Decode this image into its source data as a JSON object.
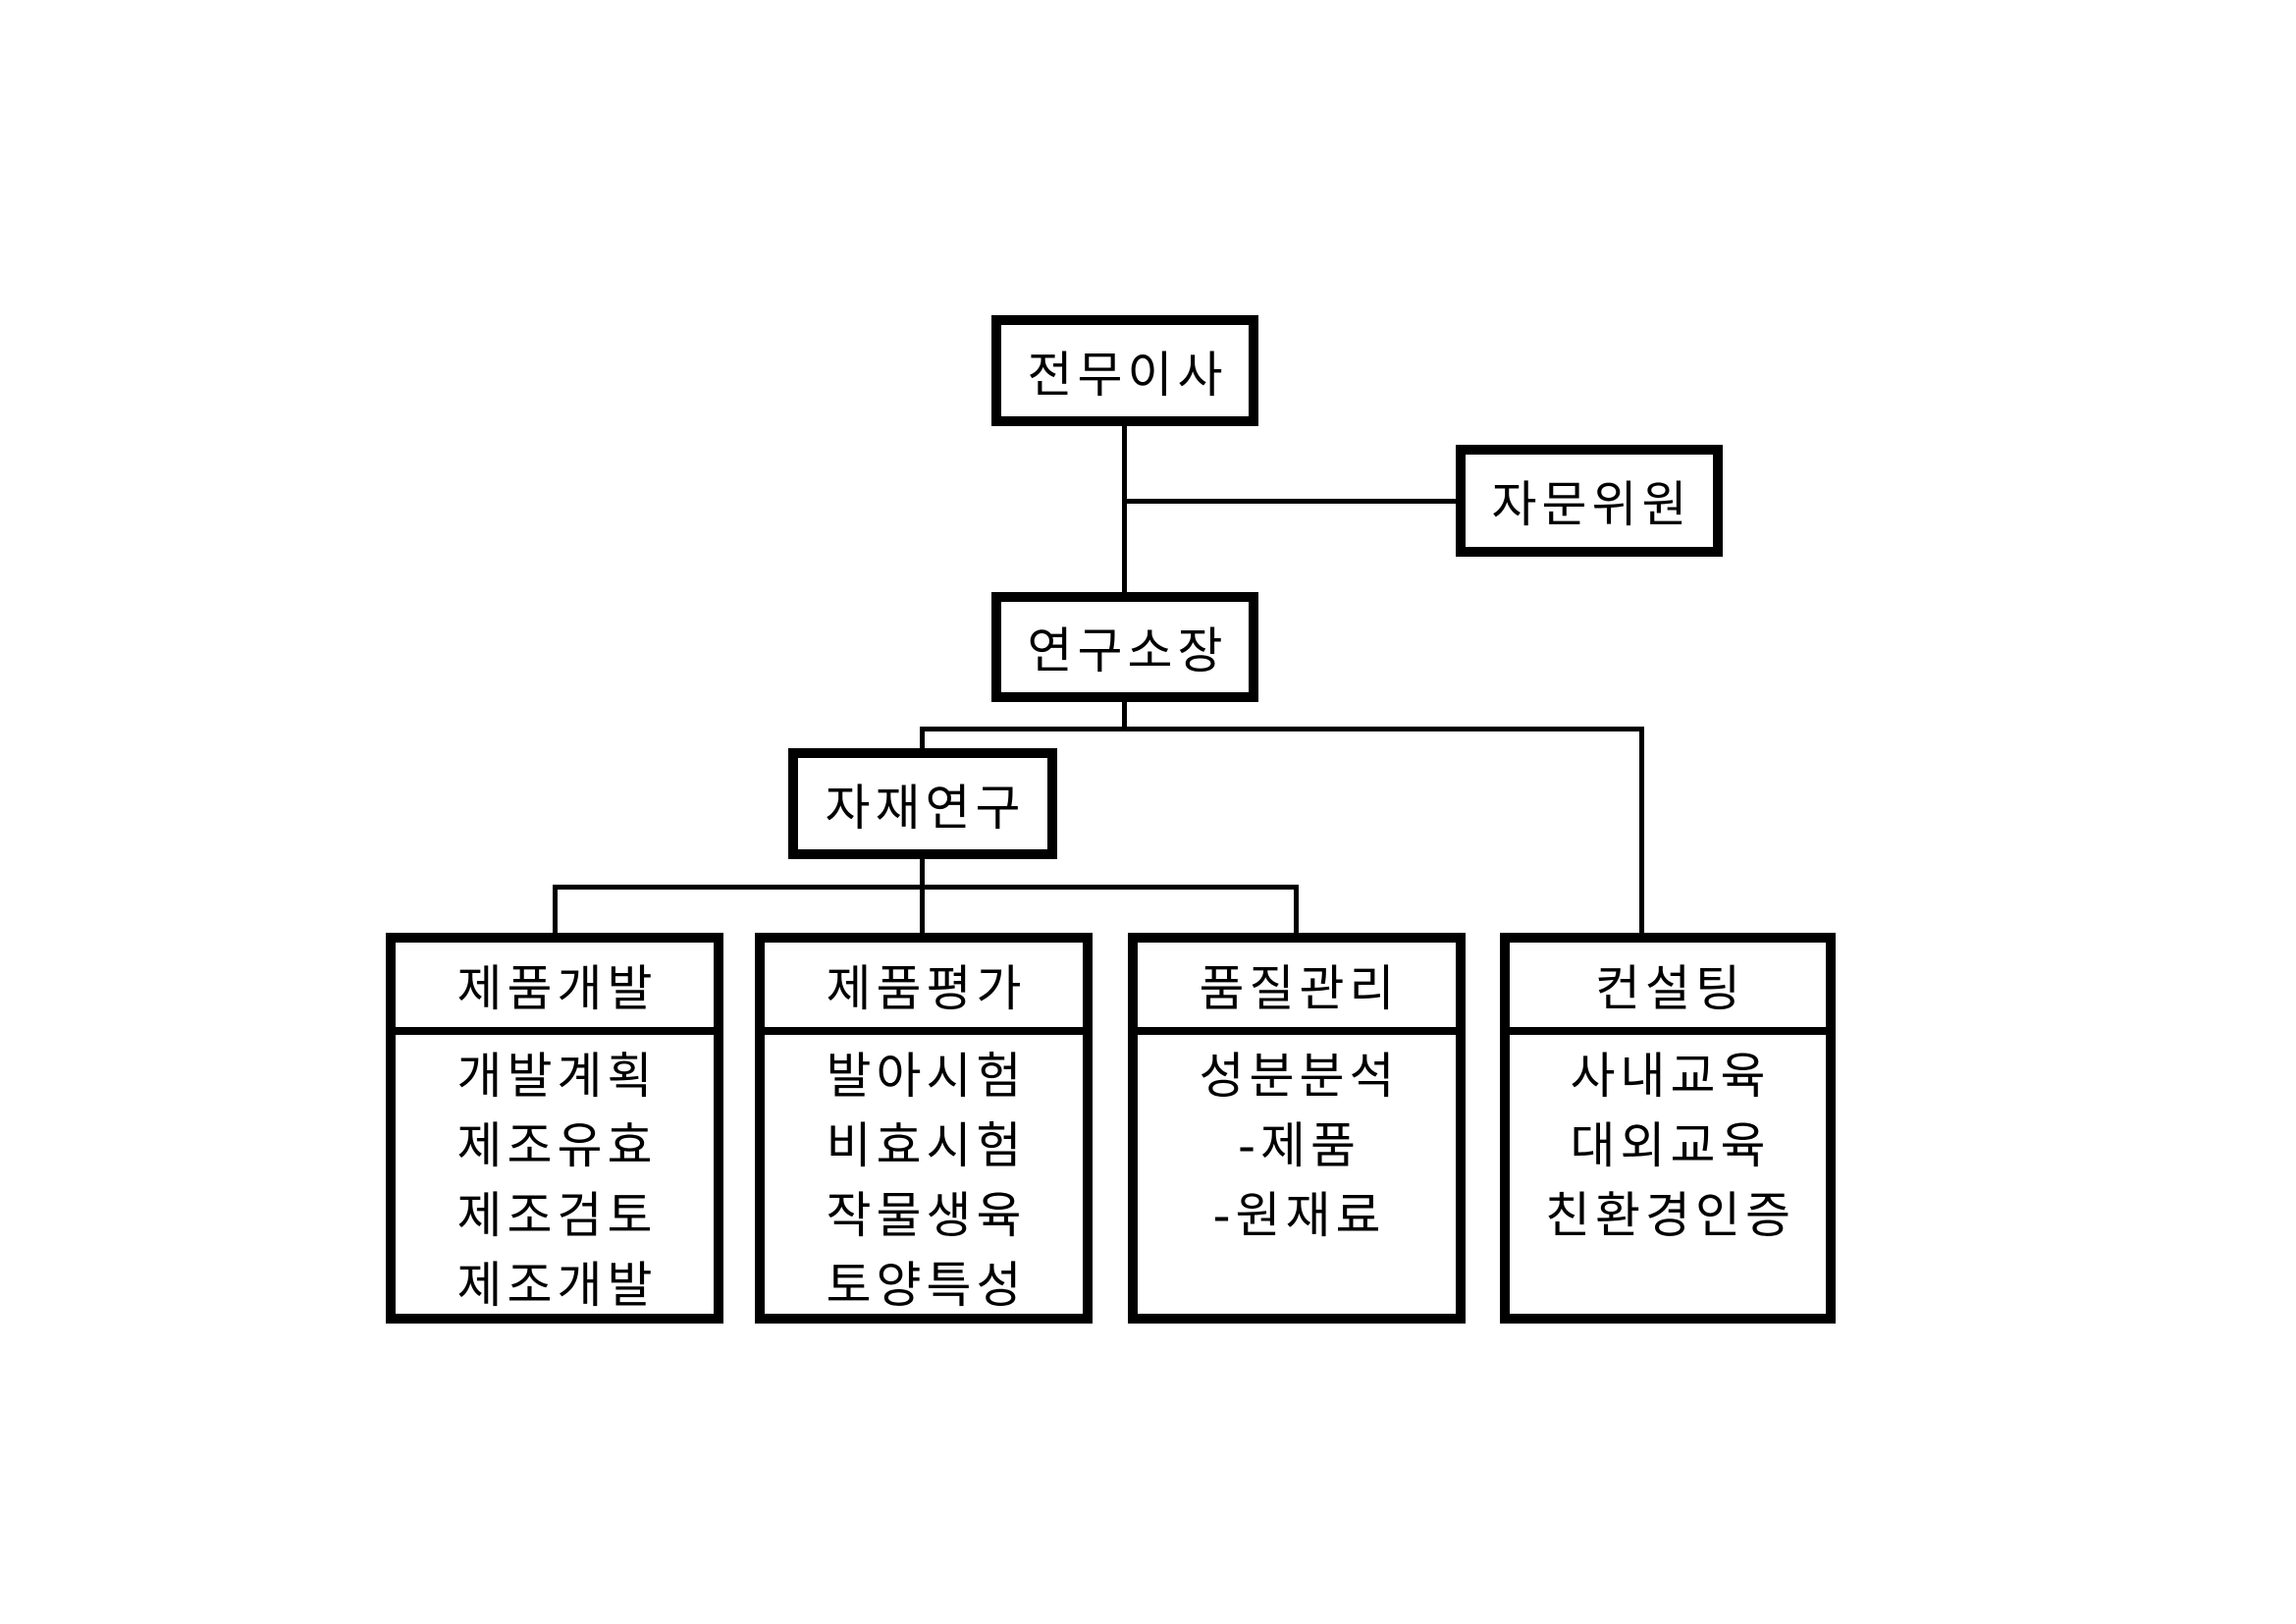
{
  "page": {
    "background_color": "#ffffff",
    "line_color": "#000000"
  },
  "org_chart": {
    "executive": {
      "label": "전무이사"
    },
    "advisor": {
      "label": "자문위원"
    },
    "director": {
      "label": "연구소장"
    },
    "material_research": {
      "label": "자재연구"
    },
    "departments": [
      {
        "title": "제품개발",
        "items": [
          "개발계획",
          "제조유효",
          "제조검토",
          "제조개발"
        ]
      },
      {
        "title": "제품평가",
        "items": [
          "발아시험",
          "비효시험",
          "작물생육",
          "토양특성"
        ]
      },
      {
        "title": "품질관리",
        "items": [
          "성분분석",
          "-제품",
          "-원재료"
        ]
      },
      {
        "title": "컨설팅",
        "items": [
          "사내교육",
          "대외교육",
          "친환경인증"
        ]
      }
    ]
  }
}
